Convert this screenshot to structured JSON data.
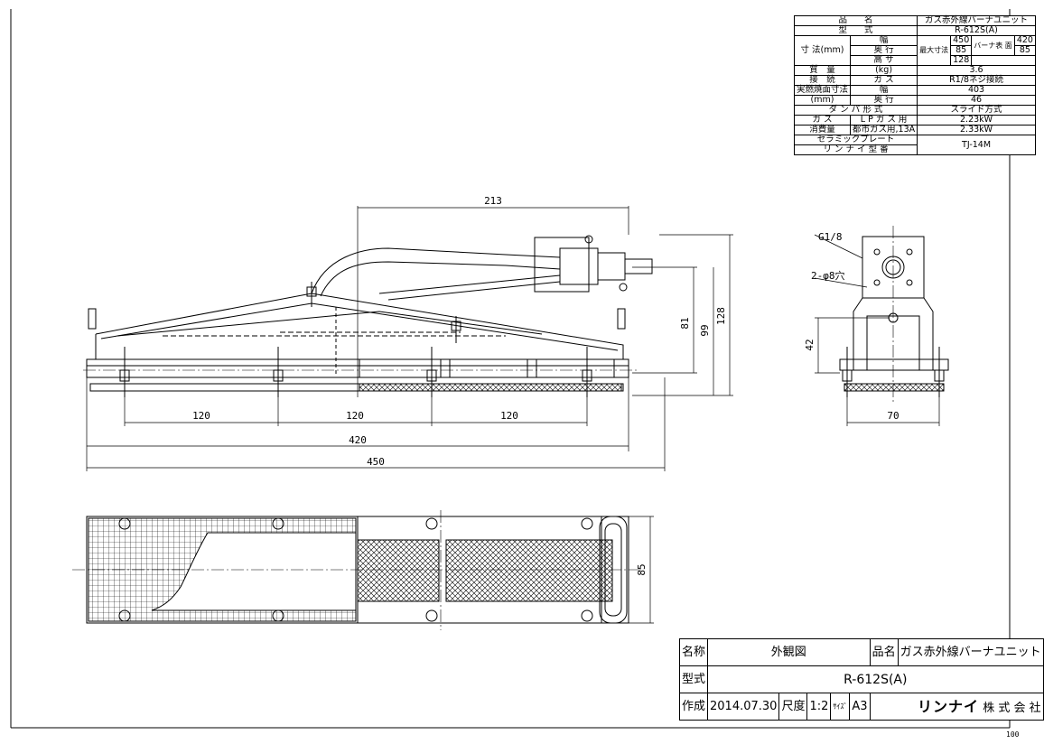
{
  "spec_table": {
    "product_name_label": "品　　名",
    "product_name_value": "ガス赤外線バーナユニット",
    "model_label": "型　　式",
    "model_value": "R-612S(A)",
    "dimensions_label": "寸 法(mm)",
    "width_label": "幅",
    "depth_label": "奥 行",
    "height_label": "高 サ",
    "max_dim_label": "最大寸法",
    "max_width": "450",
    "max_depth": "85",
    "max_height": "128",
    "burner_surface_label": "バーナ表 面",
    "burner_width": "420",
    "burner_depth": "85",
    "mass_label": "質　量",
    "mass_unit": "(kg)",
    "mass_value": "3.6",
    "connection_label": "接　続",
    "gas_label": "ガ ス",
    "connection_value": "R1/8ネジ接続",
    "effective_area_label": "実燃焼面寸法",
    "effective_area_unit": "(mm)",
    "effective_width_label": "幅",
    "effective_width": "403",
    "effective_depth_label": "奥 行",
    "effective_depth": "46",
    "damper_label": "ダ ン パ 形 式",
    "damper_value": "スライド方式",
    "consumption_label_1": "ガ ス",
    "consumption_label_2": "消費量",
    "lp_label": "L P ガ ス 用",
    "lp_value": "2.23kW",
    "city_label": "都市ガス用,13A",
    "city_value": "2.33kW",
    "plate_label_1": "セラミックプレート",
    "plate_label_2": "リ ン ナ イ 型 番",
    "plate_value": "TJ-14M"
  },
  "dimensions": {
    "top_length": "213",
    "pitch_1": "120",
    "pitch_2": "120",
    "pitch_3": "120",
    "burner_length": "420",
    "overall_length": "450",
    "height_81": "81",
    "height_99": "99",
    "overall_height": "128",
    "plan_depth": "85",
    "side_height": "42",
    "side_width": "70"
  },
  "side_view_labels": {
    "thread_label": "G1/8",
    "hole_label": "2-φ8穴"
  },
  "title_block": {
    "name_label": "名称",
    "name_value": "外観図",
    "product_label": "品名",
    "product_value": "ガス赤外線バーナユニット",
    "model_label": "型式",
    "model_value": "R-612S(A)",
    "created_label": "作成",
    "created_date": "2014.07.30",
    "scale_label": "尺度",
    "scale_value": "1:2",
    "size_label": "ｻｲｽﾞ",
    "size_value": "A3",
    "company_brand": "リンナイ",
    "company_suffix": "株 式 会 社"
  },
  "page_number": "100"
}
